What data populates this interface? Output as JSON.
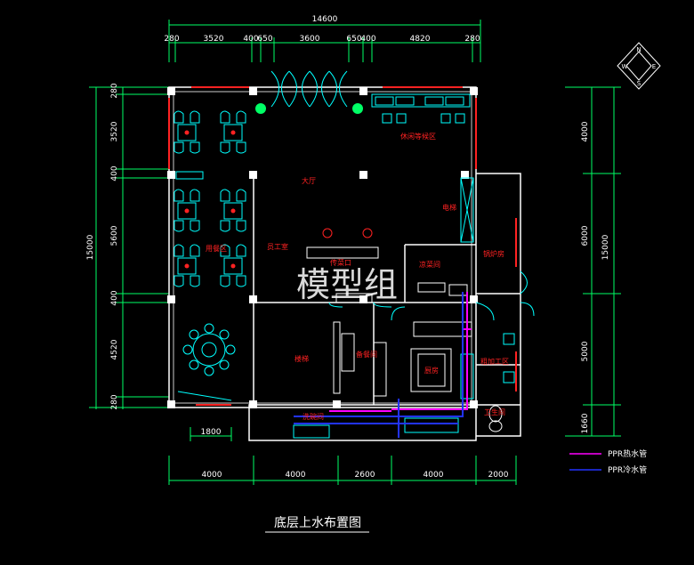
{
  "title": "底层上水布置图",
  "watermark": "模型组",
  "dims": {
    "top_total": "14600",
    "top": [
      "280",
      "3520",
      "400",
      "650",
      "3600",
      "650",
      "400",
      "4820",
      "280"
    ],
    "left": [
      "280",
      "3520",
      "400",
      "5600",
      "400",
      "4520",
      "280"
    ],
    "left_total": "15000",
    "right": [
      "4000",
      "6000",
      "5000",
      "1660"
    ],
    "right_total": "15000",
    "bottom": [
      "4000",
      "4000",
      "2600",
      "4000",
      "2000"
    ],
    "small": "1800"
  },
  "rooms": {
    "leisure": "休闲等候区",
    "hall": "大厅",
    "stairs": "楼梯",
    "dining": "用餐区",
    "elevator": "电梯",
    "cold_dish": "凉菜间",
    "prep": "备餐间",
    "kitchen": "厨房",
    "staff_room": "员工室",
    "processing": "粗加工区",
    "washing": "洗碗间",
    "boiler": "锅炉房",
    "pass": "传菜口",
    "toilet": "卫生间"
  },
  "compass": {
    "n": "N",
    "s": "S",
    "e": "E",
    "w": "W"
  },
  "legend": [
    {
      "label": "PPR热水管",
      "color": "#ff00ff"
    },
    {
      "label": "PPR冷水管",
      "color": "#2233ff"
    }
  ],
  "colors": {
    "dim": "#00ff66",
    "wall": "#ffffff",
    "furniture": "#00ffff",
    "door": "#00ffff",
    "text": "#ff2222"
  }
}
